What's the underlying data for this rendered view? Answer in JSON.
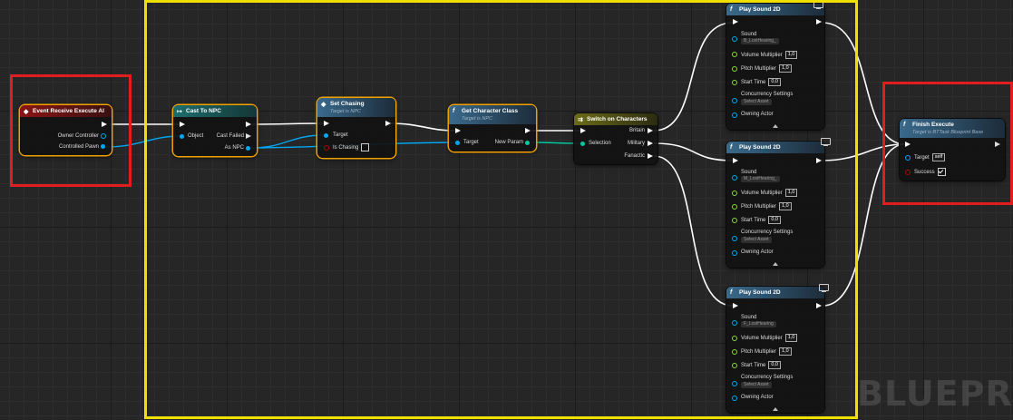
{
  "colors": {
    "exec_wire": "#ffffff",
    "object_wire": "#00a8f3",
    "struct_wire": "#00c8a0",
    "highlight_red": "#e01e1e",
    "highlight_yellow": "#f0e000"
  },
  "watermark": "BLUEPRIN",
  "nodes": {
    "event": {
      "title": "Event Receive Execute AI",
      "pins": [
        "Owner Controller",
        "Controlled Pawn"
      ]
    },
    "cast": {
      "title": "Cast To NPC",
      "object": "Object",
      "cast_failed": "Cast Failed",
      "as_npc": "As NPC"
    },
    "set_chasing": {
      "title": "Set Chasing",
      "subtitle": "Target is NPC",
      "target": "Target",
      "is_chasing": "Is Chasing"
    },
    "get_class": {
      "title": "Get Character Class",
      "subtitle": "Target is NPC",
      "target": "Target",
      "new_param": "New Param"
    },
    "switch": {
      "title": "Switch on Characters",
      "selection": "Selection",
      "outputs": [
        "Britain",
        "Military",
        "Fanactic"
      ]
    },
    "sounds": [
      {
        "title": "Play Sound 2D",
        "sound_label": "Sound",
        "sound_value": "B_LostHearing_",
        "volume_label": "Volume Multiplier",
        "volume": "1,0",
        "pitch_label": "Pitch Multiplier",
        "pitch": "1,0",
        "start_label": "Start Time",
        "start": "0,0",
        "conc_label": "Concurrency Settings",
        "conc_value": "Select Asset",
        "owner_label": "Owning Actor"
      },
      {
        "title": "Play Sound 2D",
        "sound_label": "Sound",
        "sound_value": "M_LostHearing_",
        "volume_label": "Volume Multiplier",
        "volume": "1,0",
        "pitch_label": "Pitch Multiplier",
        "pitch": "1,0",
        "start_label": "Start Time",
        "start": "0,0",
        "conc_label": "Concurrency Settings",
        "conc_value": "Select Asset",
        "owner_label": "Owning Actor"
      },
      {
        "title": "Play Sound 2D",
        "sound_label": "Sound",
        "sound_value": "F_LostHearing",
        "volume_label": "Volume Multiplier",
        "volume": "1,0",
        "pitch_label": "Pitch Multiplier",
        "pitch": "1,0",
        "start_label": "Start Time",
        "start": "0,0",
        "conc_label": "Concurrency Settings",
        "conc_value": "Select Asset",
        "owner_label": "Owning Actor"
      }
    ],
    "finish": {
      "title": "Finish Execute",
      "subtitle": "Target is BTTask Blueprint Base",
      "target": "Target",
      "target_value": "self",
      "success": "Success"
    }
  }
}
